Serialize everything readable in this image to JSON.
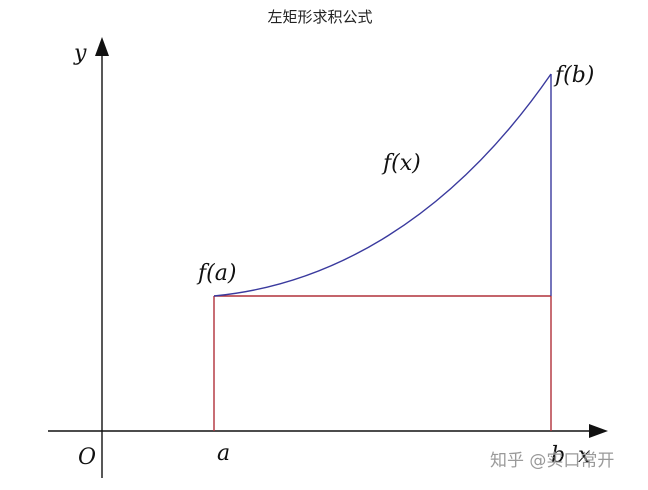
{
  "title": "左矩形求积公式",
  "labels": {
    "y_axis": "y",
    "x_axis": "x",
    "origin": "O",
    "a": "a",
    "b": "b",
    "f_a": "f(a)",
    "f_b": "f(b)",
    "f_x": "f(x)"
  },
  "watermark": "知乎 @实口常开",
  "colors": {
    "axis": "#111111",
    "curve": "#3a3a9e",
    "rectangle": "#b0303a",
    "label": "#111111",
    "watermark": "#9a9a9a"
  }
}
